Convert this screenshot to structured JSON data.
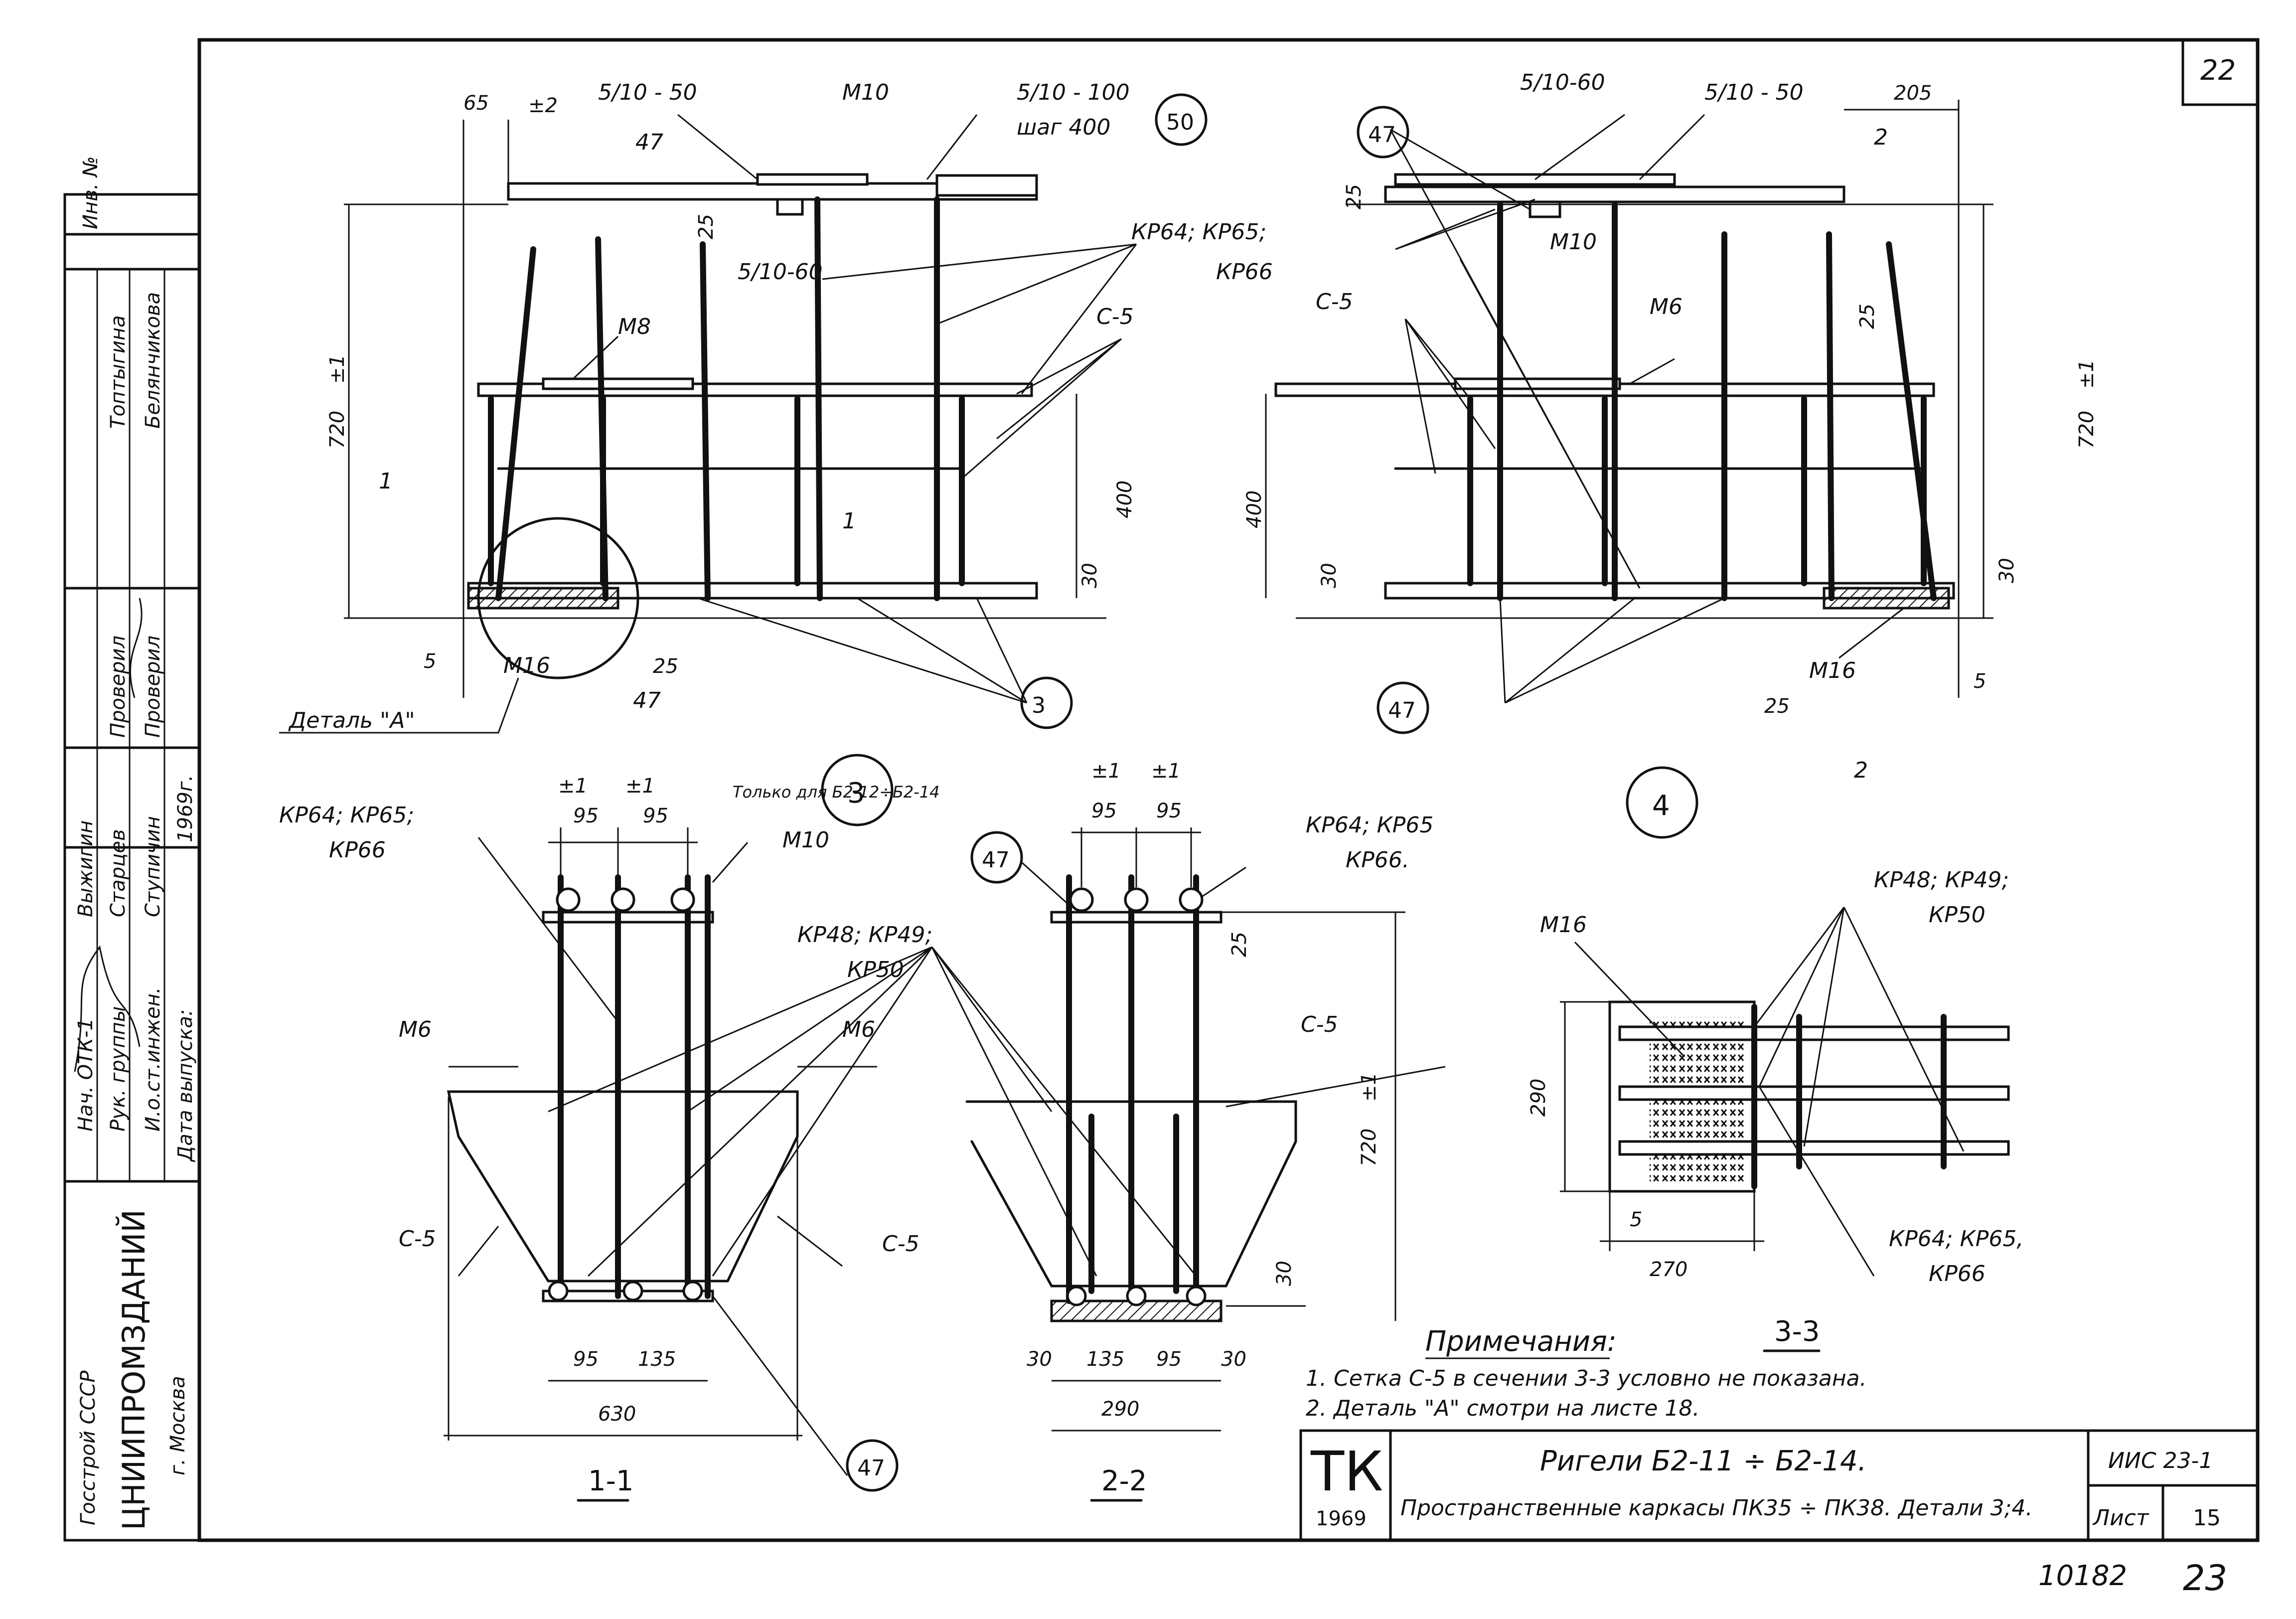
{
  "sheet": {
    "corner_number": "22",
    "inv_label": "Инв. №",
    "bottom_numbers": [
      "10182",
      "23"
    ]
  },
  "side_stamp": {
    "org_line1": "Госстрой СССР",
    "org_line2": "ЦНИИПРОМЗДАНИЙ",
    "org_line3": "г. Москва",
    "roles": [
      "Нач. ОТК-1",
      "Рук. группы",
      "И.о.ст.инжен."
    ],
    "names": [
      "Выжигин",
      "Старцев",
      "Ступичин"
    ],
    "checked_roles": [
      "Проверил",
      "Проверил"
    ],
    "checked_names": [
      "Топтыгина",
      "Белянчикова"
    ],
    "release_label": "Дата выпуска:",
    "release_year": "1969г."
  },
  "title_block": {
    "tk": "ТК",
    "tk_year": "1969",
    "title1": "Ригели Б2-11 ÷ Б2-14.",
    "title2": "Пространственные каркасы ПК35 ÷ ПК38. Детали 3;4.",
    "series": "ИИС 23-1",
    "sheet_label": "Лист",
    "sheet_number": "15"
  },
  "notes": {
    "heading": "Примечания:",
    "items": [
      "1. Сетка С-5 в сечении 3-3 условно не показана.",
      "2. Деталь \"А\" смотри на листе 18."
    ]
  },
  "views": {
    "detail3": {
      "circle": "3",
      "labels": [
        "КР64; КР65;",
        "КР66",
        "5/10 - 50",
        "М10",
        "5/10 - 100",
        "шаг 400",
        "50",
        "5/10-60",
        "М8",
        "С-5",
        "М16",
        "Деталь \"А\"",
        "47",
        "1",
        "3"
      ],
      "dims": [
        "65",
        "±2",
        "720",
        "±1",
        "400",
        "30",
        "25",
        "5",
        "25"
      ]
    },
    "detail4": {
      "circle": "4",
      "labels": [
        "47",
        "5/10-60",
        "5/10 - 50",
        "М10",
        "С-5",
        "М6",
        "КР64; КР65;",
        "КР66",
        "М16",
        "47",
        "2"
      ],
      "dims": [
        "205",
        "25",
        "25",
        "720",
        "±1",
        "400",
        "30",
        "30",
        "5",
        "25"
      ]
    },
    "section11": {
      "caption": "1-1",
      "labels": [
        "КР64; КР65;",
        "КР66",
        "Только для Б2-12÷Б2-14",
        "М10",
        "КР48; КР49;",
        "КР50",
        "М6",
        "М6",
        "С-5",
        "С-5",
        "47"
      ],
      "dims": [
        "±1",
        "±1",
        "95",
        "95",
        "95",
        "135",
        "630"
      ]
    },
    "section22": {
      "caption": "2-2",
      "labels": [
        "47",
        "КР64; КР65",
        "КР66.",
        "С-5"
      ],
      "dims": [
        "±1",
        "±1",
        "95",
        "95",
        "25",
        "720",
        "±1",
        "30",
        "30",
        "135",
        "95",
        "30",
        "290"
      ]
    },
    "section33": {
      "caption": "3-3",
      "labels": [
        "КР48; КР49;",
        "КР50",
        "М16",
        "КР64; КР65,",
        "КР66"
      ],
      "dims": [
        "290",
        "5",
        "270"
      ]
    }
  }
}
